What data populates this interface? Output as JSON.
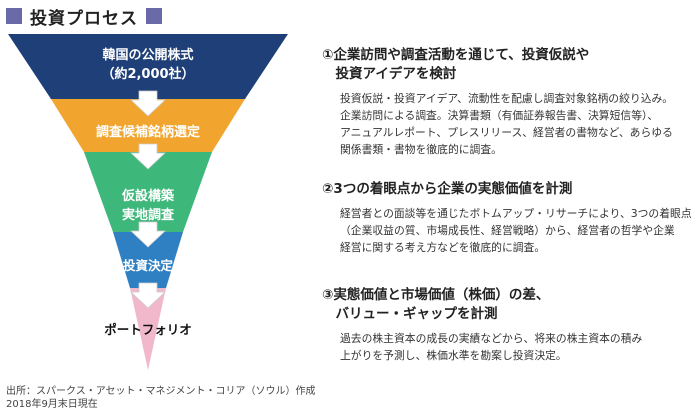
{
  "title": "投資プロセス",
  "colors": {
    "header_square": "#6a6aa8",
    "band1": "#1f3f78",
    "band2": "#f1a52f",
    "band3": "#3db77a",
    "band4": "#2f7fc3",
    "band5": "#f1b8cc"
  },
  "funnel": {
    "stages": [
      {
        "line1": "韓国の公開株式",
        "line2": "（約2,000社）"
      },
      {
        "line1": "調査候補銘柄選定"
      },
      {
        "line1": "仮設構築",
        "line2": "実地調査"
      },
      {
        "line1": "投資決定"
      },
      {
        "line1": "ポートフォリオ"
      }
    ]
  },
  "steps": [
    {
      "head1": "①企業訪問や調査活動を通じて、投資仮説や",
      "head2": "　投資アイデアを検討",
      "body": [
        "投資仮説・投資アイデア、流動性を配慮し調査対象銘柄の絞り込み。",
        "企業訪問による調査。決算書類（有価証券報告書、決算短信等）、",
        "アニュアルレポート、プレスリリース、経営者の書物など、あらゆる",
        "関係書類・書物を徹底的に調査。"
      ]
    },
    {
      "head1": "②3つの着眼点から企業の実態価値を計測",
      "body": [
        "経営者との面談等を通じたボトムアップ・リサーチにより、3つの着眼点",
        "（企業収益の質、市場成長性、経営戦略）から、経営者の哲学や企業",
        "経営に関する考え方などを徹底的に調査。"
      ]
    },
    {
      "head1": "③実態価値と市場価値（株価）の差、",
      "head2": "　バリュー・ギャップを計測",
      "body": [
        "過去の株主資本の成長の実績などから、将来の株主資本の積み",
        "上がりを予測し、株価水準を勘案し投資決定。"
      ]
    }
  ],
  "source": {
    "line1": "出所：スパークス・アセット・マネジメント・コリア（ソウル）作成",
    "line2": "2018年9月末日現在"
  }
}
